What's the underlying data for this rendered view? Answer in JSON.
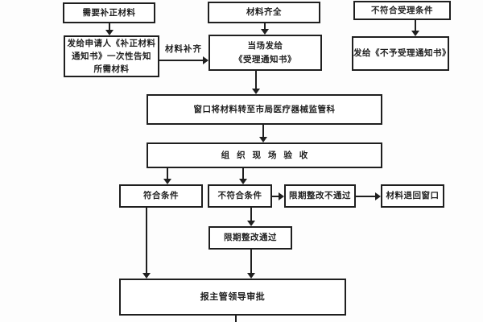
{
  "page": {
    "background": "#fdfdfd"
  },
  "flowchart": {
    "colors": {
      "ink": "#1f1f1f",
      "box_background": "#ffffff"
    },
    "nodes": {
      "need_correction": {
        "label": "需要补正材料"
      },
      "issue_correction_notice": {
        "label": "发给申请人《补正材料\n通知书》一次性告知\n所需材料"
      },
      "materials_complete": {
        "label": "材料齐全"
      },
      "issue_acceptance_notice": {
        "label": "当场发给\n《受理通知书》"
      },
      "not_meet_acceptance": {
        "label": "不符合受理条件"
      },
      "issue_rejection_notice": {
        "label": "发给《不予受理通知书》"
      },
      "transfer_to_division": {
        "label": "窗口将材料转至市局医疗器械监管科"
      },
      "onsite_inspection": {
        "label": "组织现场验收"
      },
      "meet_conditions": {
        "label": "符合条件"
      },
      "not_meet_conditions": {
        "label": "不符合条件"
      },
      "rectify_fail": {
        "label": "限期整改不通过"
      },
      "materials_return": {
        "label": "材料退回窗口"
      },
      "rectify_pass": {
        "label": "限期整改通过"
      },
      "report_leader_approval": {
        "label": "报主管领导审批"
      }
    },
    "edge_labels": {
      "materials_resupplied": "材料补齐"
    }
  }
}
